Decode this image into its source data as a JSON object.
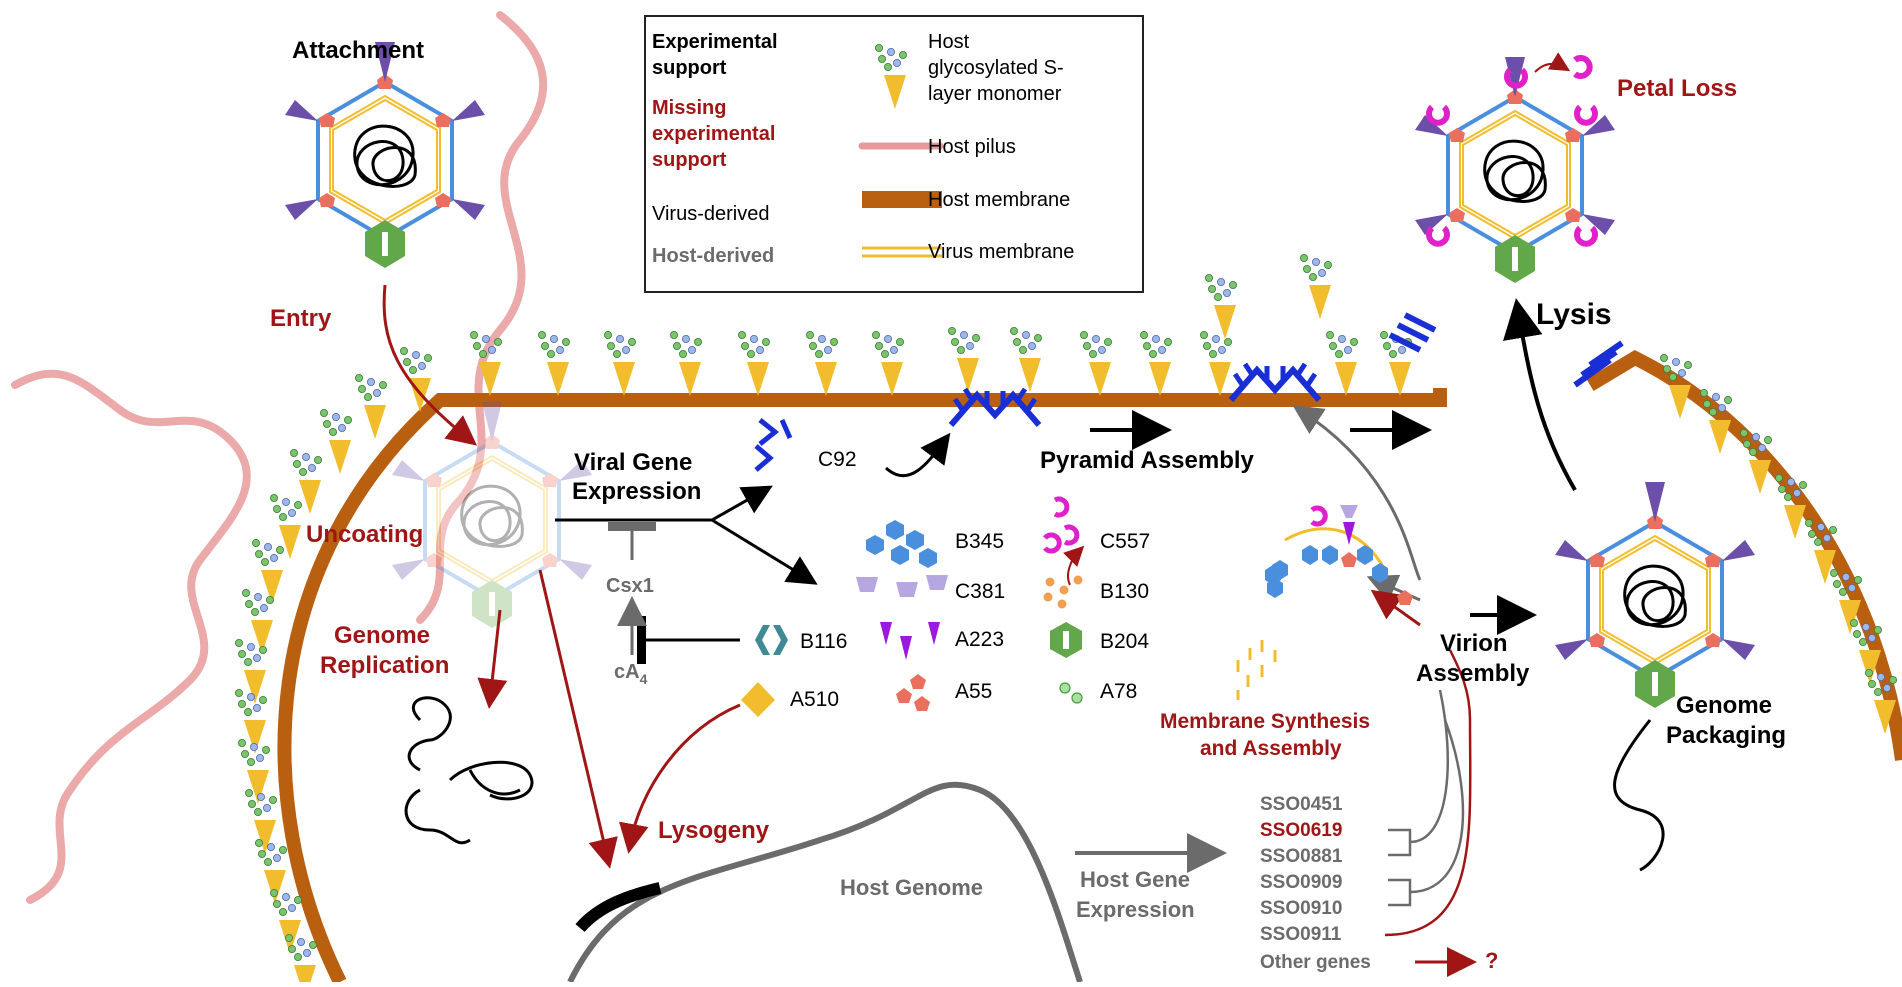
{
  "legend": {
    "experimental": [
      "Experimental",
      "support"
    ],
    "missing": [
      "Missing",
      "experimental",
      "support"
    ],
    "virus_derived": "Virus-derived",
    "host_derived": "Host-derived",
    "slayer": [
      "Host",
      "glycosylated S-",
      "layer monomer"
    ],
    "pilus": "Host pilus",
    "host_membrane": "Host membrane",
    "virus_membrane": "Virus membrane"
  },
  "stages": {
    "attachment": "Attachment",
    "entry": "Entry",
    "uncoating": "Uncoating",
    "genome_replication": [
      "Genome",
      "Replication"
    ],
    "viral_gene_expression": [
      "Viral Gene",
      "Expression"
    ],
    "pyramid_assembly": "Pyramid Assembly",
    "lysis": "Lysis",
    "petal_loss": "Petal Loss",
    "virion_assembly": [
      "Virion",
      "Assembly"
    ],
    "genome_packaging": [
      "Genome",
      "Packaging"
    ],
    "membrane_synthesis": [
      "Membrane Synthesis",
      "and Assembly"
    ],
    "lysogeny": "Lysogeny",
    "host_genome": "Host Genome",
    "host_gene_expression": [
      "Host Gene",
      "Expression"
    ],
    "csx1": "Csx1",
    "ca4": "cA",
    "ca4_sub": "4"
  },
  "components": {
    "c92": "C92",
    "b345": "B345",
    "c381": "C381",
    "a223": "A223",
    "a55": "A55",
    "c557": "C557",
    "b130": "B130",
    "b204": "B204",
    "a78": "A78",
    "b116": "B116",
    "a510": "A510"
  },
  "host_genes": {
    "items": [
      "SSO0451",
      "SSO0619",
      "SSO0881",
      "SSO0909",
      "SSO0910",
      "SSO0911",
      "Other genes"
    ],
    "unknown": "?"
  },
  "colors": {
    "membrane": "#b85f10",
    "slayer": "#f2bd2c",
    "pilus": "#e89a9a",
    "red_text": "#a01616",
    "gray_text": "#6b6b6b",
    "capsid_blue": "#4a8fdd",
    "spike_purple": "#6b4fa8",
    "petal_magenta": "#e020c8",
    "pyramid_blue": "#1a2ed6"
  }
}
